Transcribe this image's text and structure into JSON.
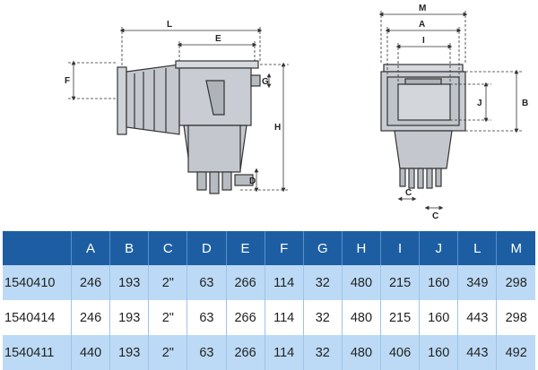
{
  "drawing_left": {
    "labels": [
      "L",
      "E",
      "F",
      "G",
      "H",
      "D"
    ]
  },
  "drawing_right": {
    "labels": [
      "M",
      "A",
      "I",
      "J",
      "B",
      "C",
      "C"
    ]
  },
  "table": {
    "headers": [
      "",
      "A",
      "B",
      "C",
      "D",
      "E",
      "F",
      "G",
      "H",
      "I",
      "J",
      "L",
      "M"
    ],
    "rows": [
      [
        "1540410",
        "246",
        "193",
        "2\"",
        "63",
        "266",
        "114",
        "32",
        "480",
        "215",
        "160",
        "349",
        "298"
      ],
      [
        "1540414",
        "246",
        "193",
        "2\"",
        "63",
        "266",
        "114",
        "32",
        "480",
        "215",
        "160",
        "443",
        "298"
      ],
      [
        "1540411",
        "440",
        "193",
        "2\"",
        "63",
        "266",
        "114",
        "32",
        "480",
        "406",
        "160",
        "443",
        "492"
      ]
    ]
  },
  "colors": {
    "header_bg": "#1d5ea3",
    "row_shade": "#bcdaf5"
  }
}
